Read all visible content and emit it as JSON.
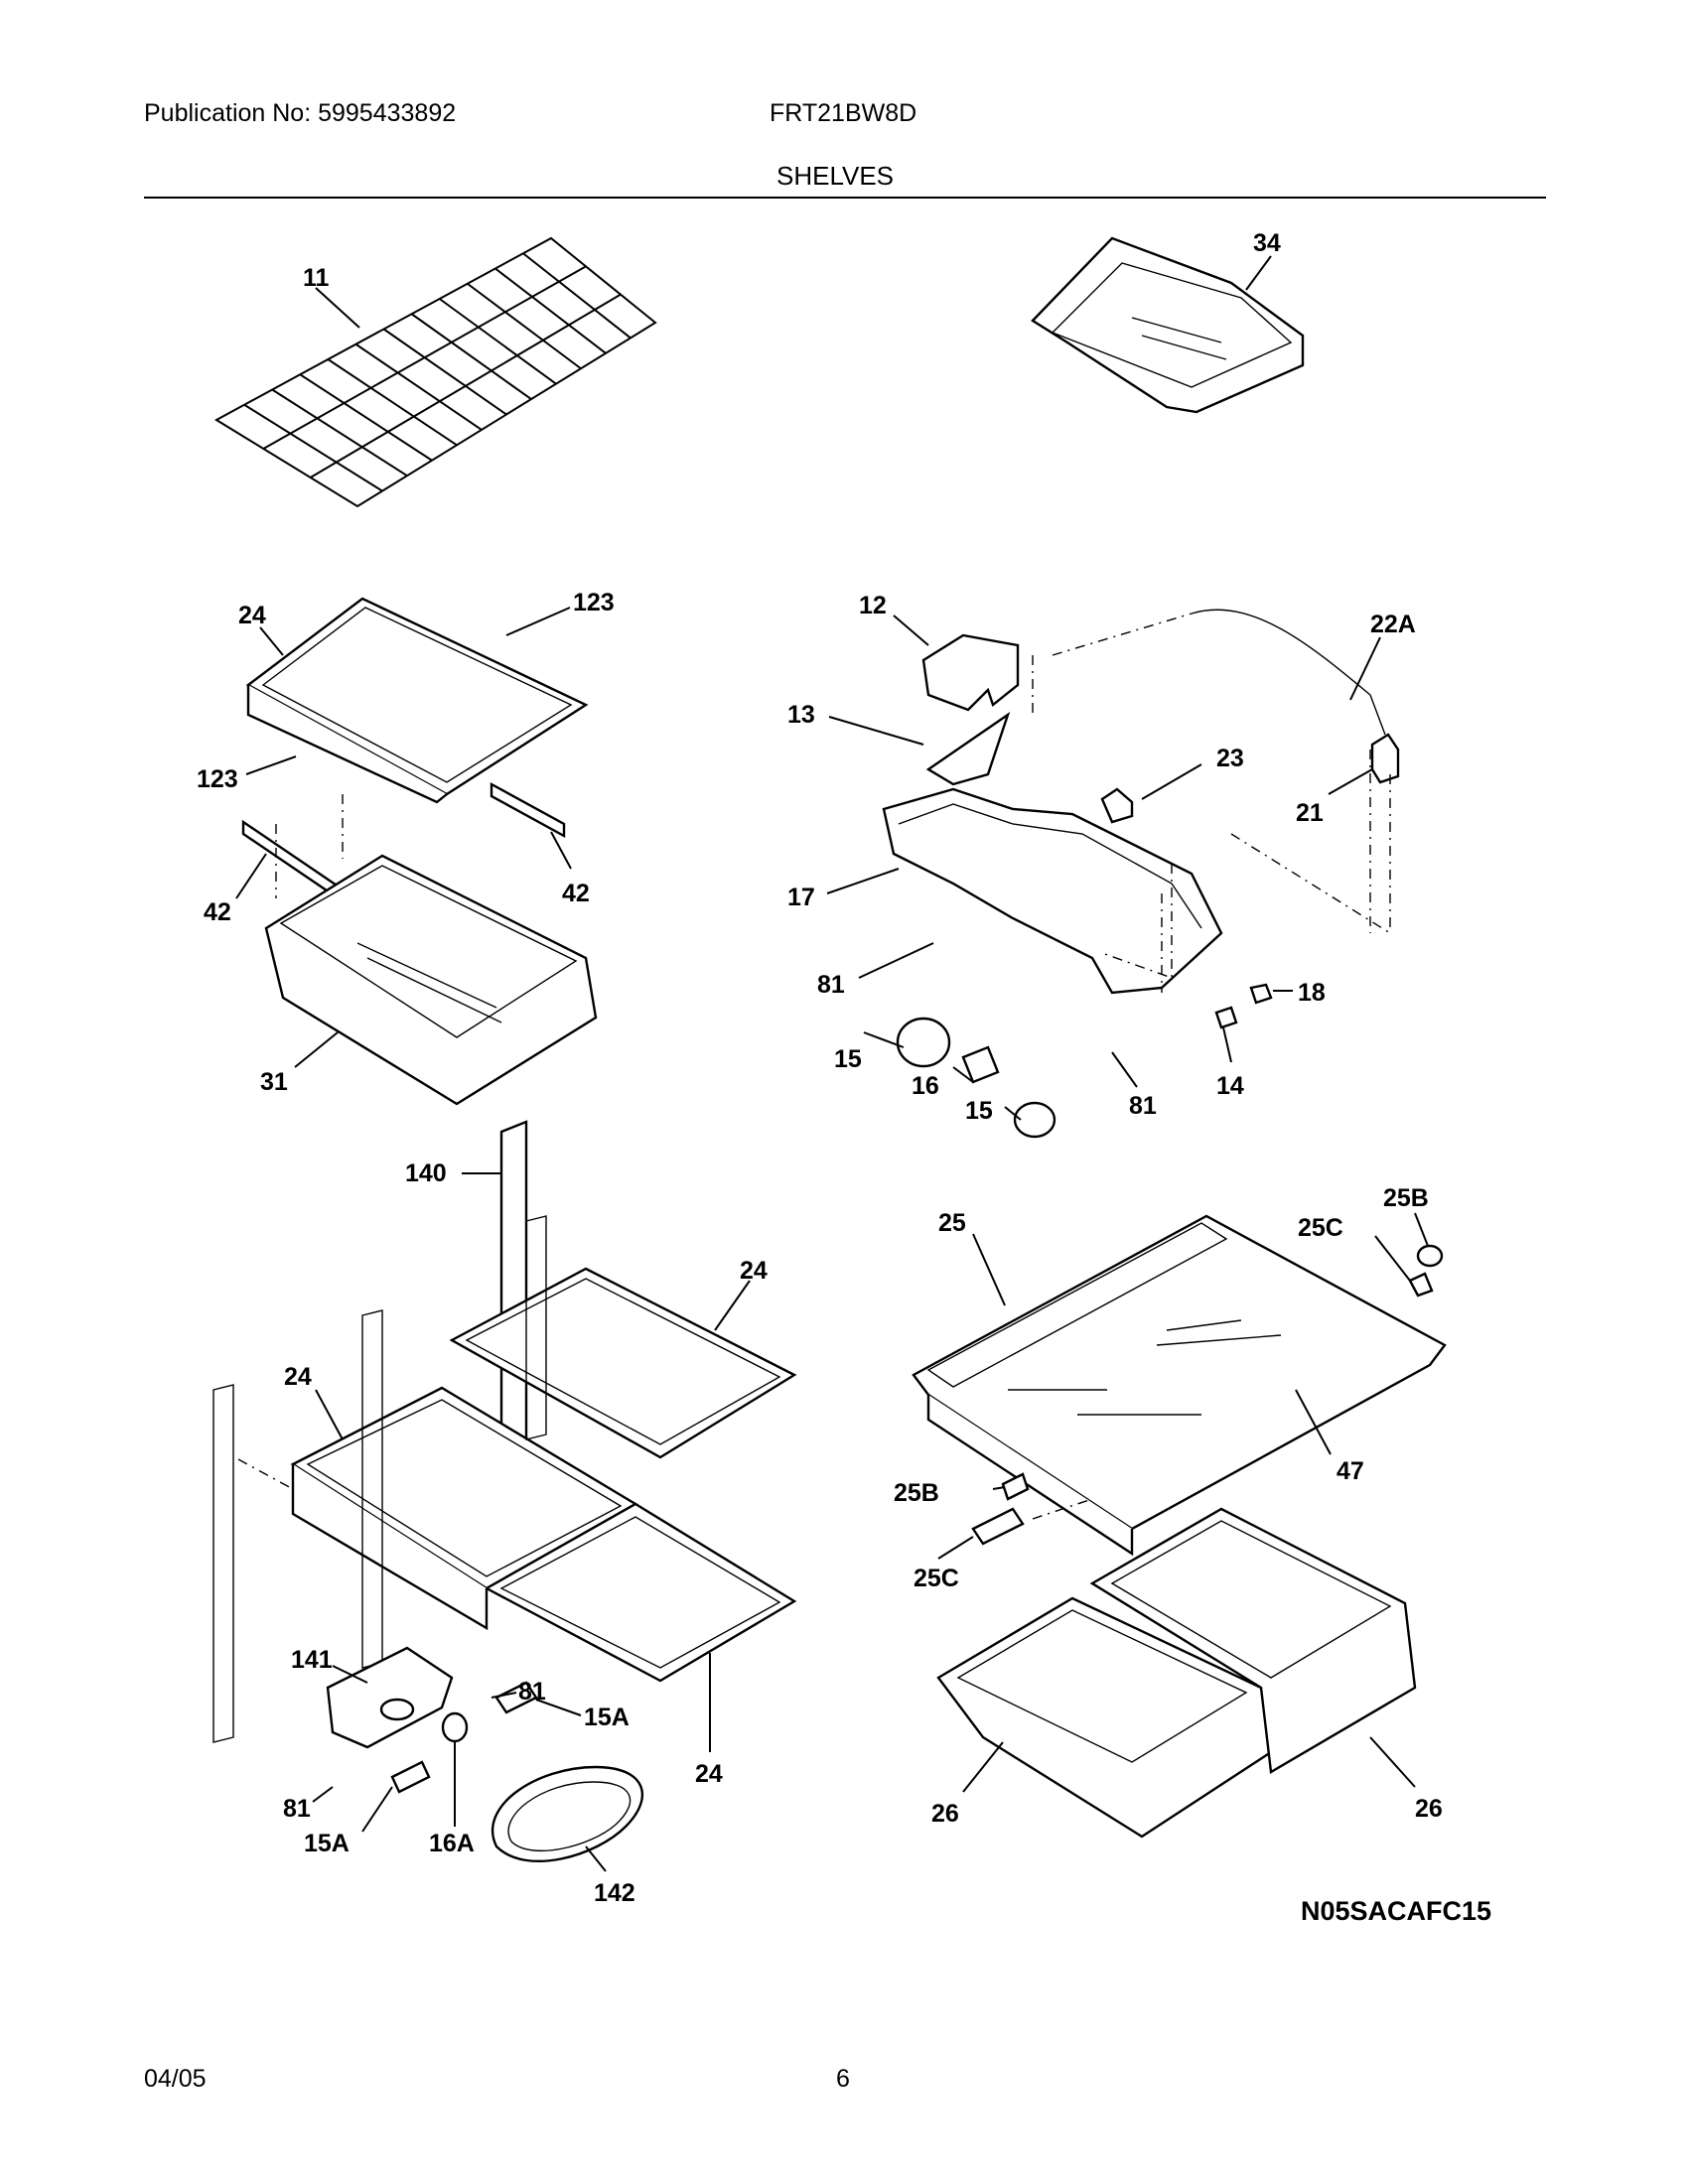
{
  "header": {
    "publication": "Publication No: 5995433892",
    "model": "FRT21BW8D",
    "section": "SHELVES"
  },
  "footer": {
    "date": "04/05",
    "page": "6"
  },
  "drawing_code": "N05SACAFC15",
  "callouts": {
    "wire_shelf": "11",
    "crisper_top": "34",
    "shelf_tl": "24",
    "glass_a": "123",
    "glass_b": "123",
    "rail_l": "42",
    "rail_r": "42",
    "pan": "31",
    "light_shield": "12",
    "lens": "13",
    "light_housing": "17",
    "harness": "22A",
    "socket_a": "23",
    "socket_b": "21",
    "screw_a": "81",
    "screw_b": "81",
    "bulb_a": "15",
    "bulb_b": "15",
    "socket_c": "16",
    "switch": "14",
    "plug": "18",
    "strip": "140",
    "shelf_m1": "24",
    "shelf_m2": "24",
    "shelf_m3": "24",
    "housing_b": "141",
    "screw_c": "81",
    "screw_d": "81",
    "bulb_c": "15A",
    "bulb_d": "15A",
    "socket_d": "16A",
    "cover": "142",
    "cover_glass": "25",
    "bracket_a": "25C",
    "clip_a": "25B",
    "clip_b": "25B",
    "bracket_b": "25C",
    "glass_insert": "47",
    "drawer_l": "26",
    "drawer_r": "26"
  }
}
